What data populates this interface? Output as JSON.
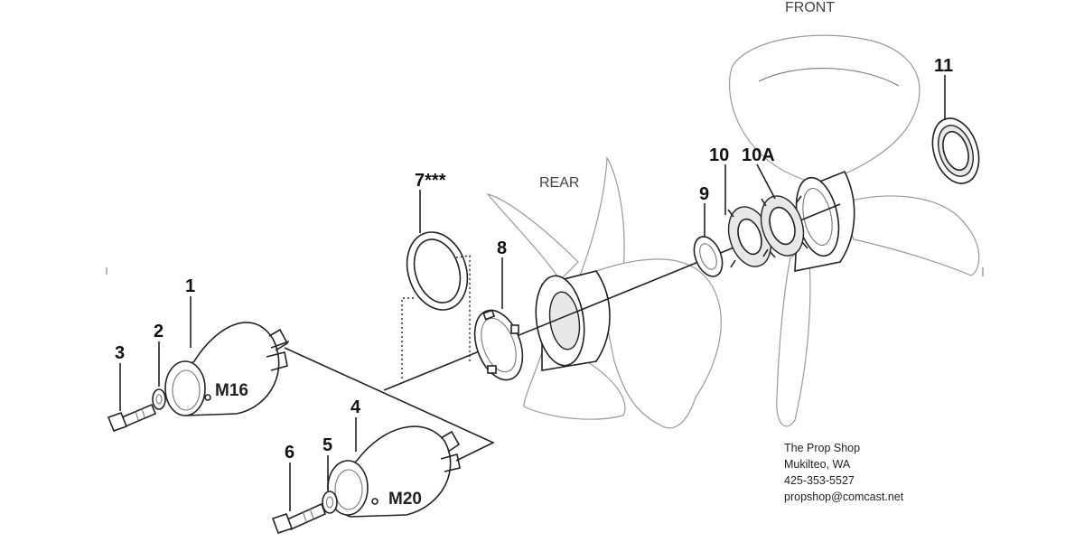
{
  "labels": {
    "front": "FRONT",
    "rear": "REAR",
    "p1": "1",
    "p2": "2",
    "p3": "3",
    "p4": "4",
    "p5": "5",
    "p6": "6",
    "p7": "7***",
    "p8": "8",
    "p9": "9",
    "p10": "10",
    "p10a": "10A",
    "p11": "11",
    "m16": "M16",
    "m20": "M20"
  },
  "contact": {
    "name": "The Prop Shop",
    "city": "Mukilteo, WA",
    "phone": "425-353-5527",
    "email": "propshop@comcast.net"
  }
}
